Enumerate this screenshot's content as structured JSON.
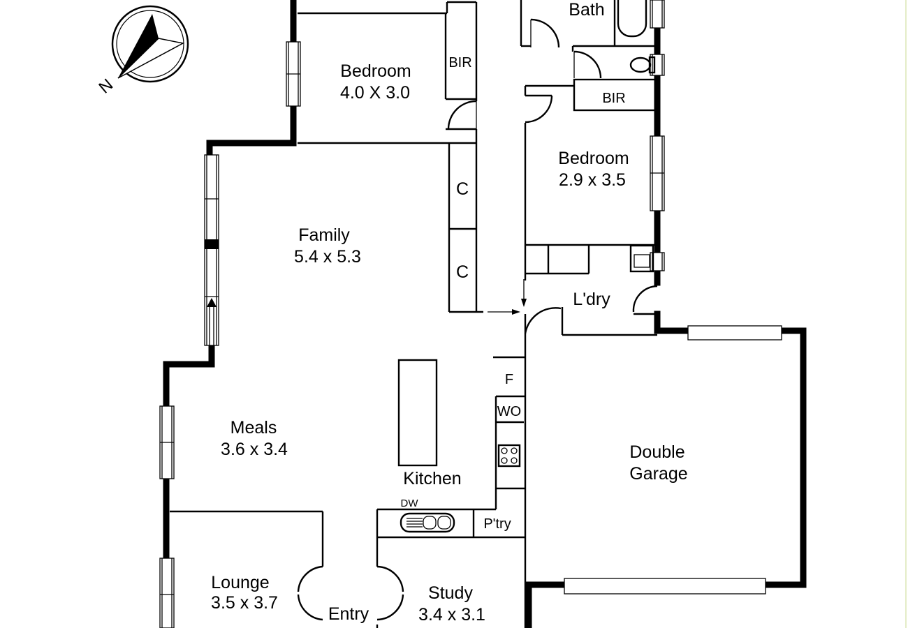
{
  "compass": {
    "letter": "N"
  },
  "rooms": {
    "bath": {
      "name": "Bath"
    },
    "bed1": {
      "name": "Bedroom",
      "size": "4.0 X 3.0",
      "robe": "BIR"
    },
    "bed2": {
      "name": "Bedroom",
      "size": "2.9 x 3.5",
      "robe": "BIR"
    },
    "family": {
      "name": "Family",
      "size": "5.4 x 5.3"
    },
    "cupboards": [
      "C",
      "C"
    ],
    "laundry": {
      "name": "L'dry"
    },
    "meals": {
      "name": "Meals",
      "size": "3.6 x 3.4"
    },
    "kitchen": {
      "name": "Kitchen",
      "fridge": "F",
      "wall_oven": "WO",
      "dishwasher": "DW",
      "pantry": "P'try"
    },
    "garage": {
      "name_line1": "Double",
      "name_line2": "Garage"
    },
    "lounge": {
      "name": "Lounge",
      "size": "3.5 x 3.7"
    },
    "entry": {
      "name": "Entry"
    },
    "study": {
      "name": "Study",
      "size": "3.4 x 3.1"
    }
  }
}
